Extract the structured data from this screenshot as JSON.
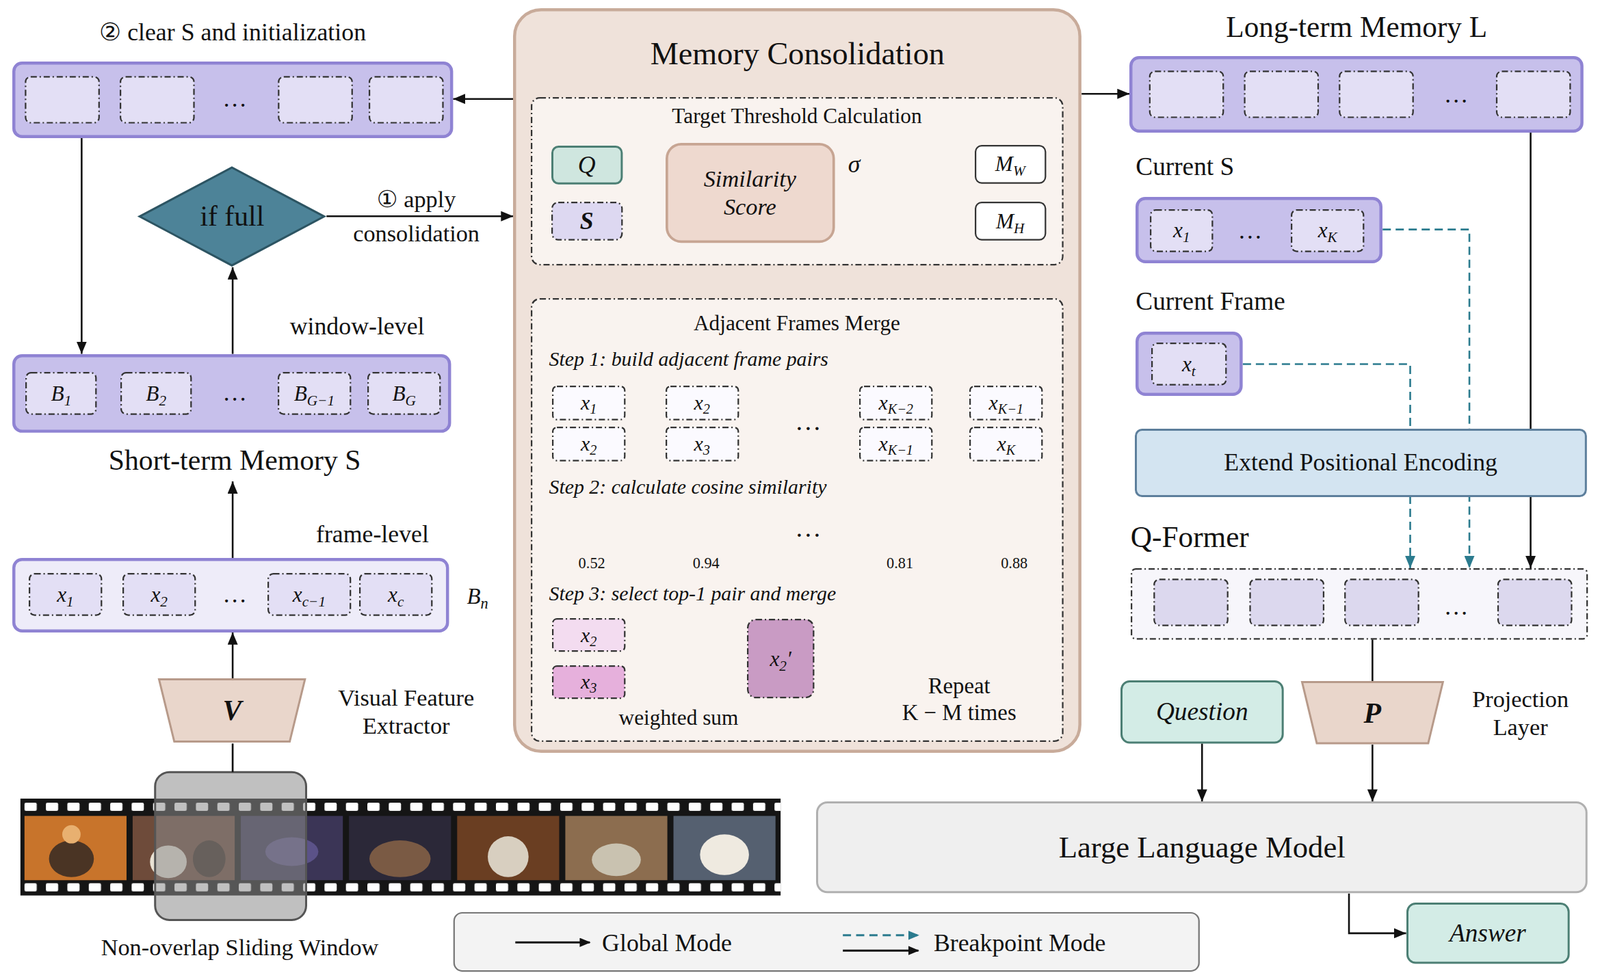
{
  "diagram": {
    "nodes": [
      {
        "text": [
          "② clear S and initialization",
          "…"
        ]
      },
      {
        "text": [
          "if full"
        ]
      },
      {
        "text": [
          "window-level",
          "…",
          "Short-term Memory S"
        ]
      },
      {
        "text": [
          "B1"
        ],
        "in": 2
      },
      {
        "text": [
          "B2"
        ],
        "in": 2
      },
      {
        "text": [
          "BG−1"
        ],
        "in": 2
      },
      {
        "text": [
          "BG"
        ],
        "in": 2
      },
      {
        "text": [
          "frame-level",
          "…",
          "Bn"
        ]
      },
      {
        "text": [
          "x1"
        ],
        "in": 7
      },
      {
        "text": [
          "x2"
        ],
        "in": 7
      },
      {
        "text": [
          "xc−1"
        ],
        "in": 7
      },
      {
        "text": [
          "xc"
        ],
        "in": 7
      },
      {
        "text": [
          "V",
          "Visual Feature Extractor"
        ]
      },
      {
        "text": [
          "Memory Consolidation"
        ]
      },
      {
        "text": [
          "Target Threshold Calculation"
        ],
        "in": 13
      },
      {
        "text": [
          "Q"
        ],
        "in": 14
      },
      {
        "text": [
          "S"
        ],
        "in": 14
      },
      {
        "text": [
          "Similarity Score"
        ],
        "in": 14
      },
      {
        "text": [
          "MW"
        ],
        "in": 14
      },
      {
        "text": [
          "MH"
        ],
        "in": 14
      },
      {
        "text": [
          "Adjacent Frames Merge"
        ],
        "in": 13
      },
      {
        "text": [
          "x1"
        ],
        "in": 20
      },
      {
        "text": [
          "x2"
        ],
        "in": 20
      },
      {
        "text": [
          "x2"
        ],
        "in": 20
      },
      {
        "text": [
          "x3"
        ],
        "in": 20
      },
      {
        "text": [
          "xK−2"
        ],
        "in": 20
      },
      {
        "text": [
          "xK−1"
        ],
        "in": 20
      },
      {
        "text": [
          "xK−1"
        ],
        "in": 20
      },
      {
        "text": [
          "xK"
        ],
        "in": 20
      },
      {
        "text": [
          "x2"
        ],
        "in": 20
      },
      {
        "text": [
          "x3"
        ],
        "in": 20
      },
      {
        "text": [
          "x2′"
        ],
        "in": 20
      },
      {
        "text": [
          "Long-term Memory L",
          "…"
        ]
      },
      {
        "text": [
          "Current S",
          "…"
        ]
      },
      {
        "text": [
          "x1"
        ],
        "in": 33
      },
      {
        "text": [
          "xK"
        ],
        "in": 33
      },
      {
        "text": [
          "Current Frame"
        ]
      },
      {
        "text": [
          "xt"
        ],
        "in": 36
      },
      {
        "text": [
          "Extend Positional Encoding"
        ]
      },
      {
        "text": [
          "Q-Former",
          "…"
        ]
      },
      {
        "text": [
          "P",
          "Projection Layer"
        ]
      },
      {
        "text": [
          "Question"
        ]
      },
      {
        "text": [
          "Large Language Model"
        ]
      },
      {
        "text": [
          "Answer"
        ]
      }
    ],
    "edges": [
      {
        "from": 13,
        "to": 0,
        "arrow": "to"
      },
      {
        "from": 0,
        "to": 2,
        "arrow": "to"
      },
      {
        "from": 2,
        "to": 1,
        "arrow": "to"
      },
      {
        "from": 1,
        "to": 13,
        "label": "① apply consolidation",
        "arrow": "to"
      },
      {
        "from": 13,
        "to": 32,
        "arrow": "to"
      },
      {
        "from": 7,
        "to": 2,
        "arrow": "to"
      },
      {
        "from": 12,
        "to": 7,
        "arrow": "to"
      },
      {
        "from": 15,
        "to": 17,
        "arrow": "to"
      },
      {
        "from": 16,
        "to": 17,
        "arrow": "to"
      },
      {
        "from": 14,
        "to": 20,
        "arrow": "to"
      },
      {
        "from": 29,
        "to": 31,
        "arrow": "none"
      },
      {
        "from": 30,
        "to": 31,
        "arrow": "none"
      },
      {
        "from": 32,
        "to": 39,
        "arrow": "to"
      },
      {
        "from": 33,
        "to": 39,
        "arrow": "to"
      },
      {
        "from": 36,
        "to": 39,
        "arrow": "to"
      },
      {
        "from": 39,
        "to": 40,
        "arrow": "none"
      },
      {
        "from": 40,
        "to": 42,
        "arrow": "to"
      },
      {
        "from": 41,
        "to": 42,
        "arrow": "to"
      },
      {
        "from": 42,
        "to": 43,
        "arrow": "to"
      }
    ],
    "labels": [
      "σ",
      "Step 1: build adjacent frame pairs",
      "…",
      "Step 2: calculate cosine similarity",
      "0.52",
      "0.94",
      "…",
      "0.81",
      "0.88",
      "Step 3: select top-1 pair and merge",
      "weighted sum",
      "Repeat K − M times",
      "Non-overlap Sliding Window"
    ],
    "legend": [
      {
        "text": "Global Mode"
      },
      {
        "text": "Breakpoint Mode"
      }
    ]
  }
}
